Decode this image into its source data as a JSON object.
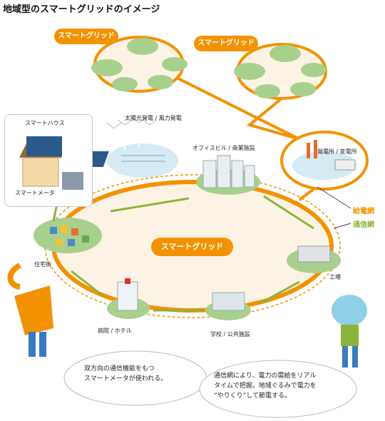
{
  "page": {
    "title": "地域型のスマートグリッドのイメージ"
  },
  "grids": {
    "small_left": "スマートグリッド",
    "small_right": "スマートグリッド",
    "main": "スマートグリッド"
  },
  "labels": {
    "solar_wind": "太陽光発電 / 風力発電",
    "office": "オフィスビル / 商業施設",
    "power_plant": "発電所 / 変電所",
    "smart_house": "スマートハウス",
    "smart_meter": "スマートメータ",
    "residential": "住宅街",
    "hospital": "病院 / ホテル",
    "school": "学校 / 公共施設",
    "factory": "工場"
  },
  "legend": {
    "power_line": "給電網",
    "comm_line": "通信網",
    "power_color": "#f39200",
    "comm_color": "#8cb43a"
  },
  "bubbles": {
    "left": [
      "双方向の通信機能をもつ",
      "スマートメータが使われる。"
    ],
    "right": [
      "通信網により、電力の需給をリアル",
      "タイムで把握。地域ぐるみで電力を",
      "“やりくり”して節電する。"
    ]
  }
}
